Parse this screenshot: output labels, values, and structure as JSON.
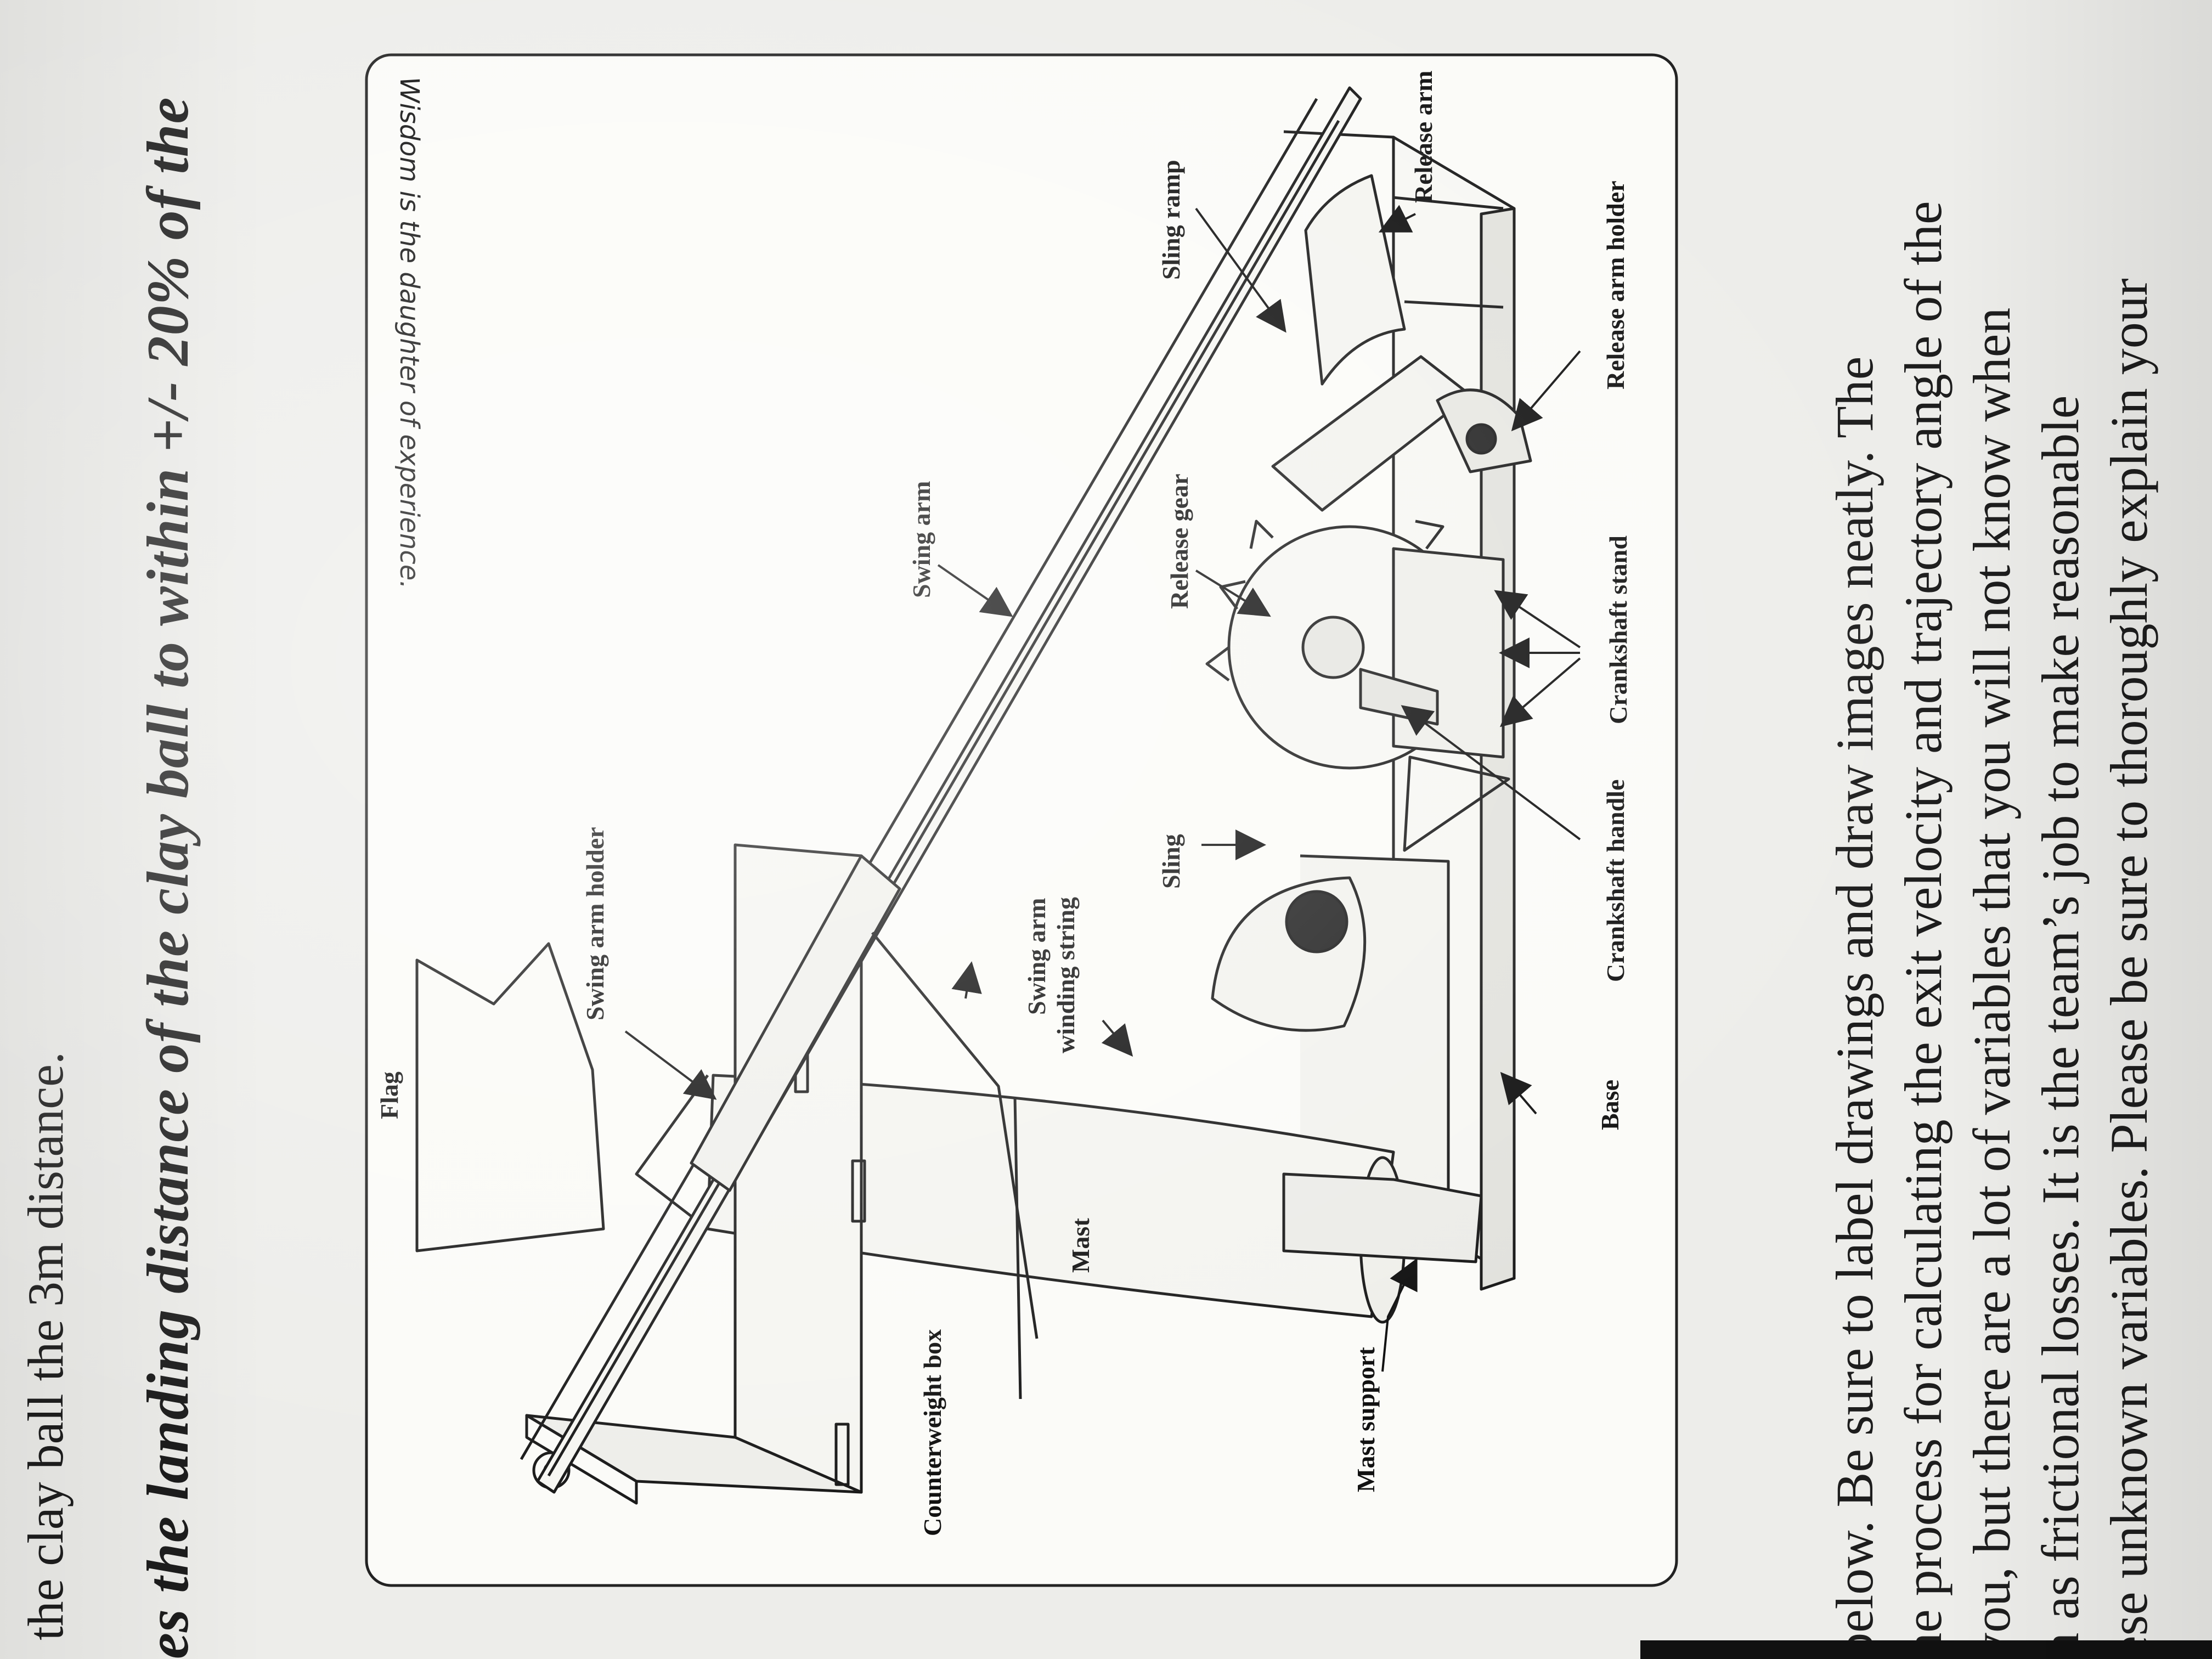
{
  "document": {
    "top_line": "the clay ball the 3m distance.",
    "heading": "es the landing distance of the clay ball to within +/- 20% of the",
    "paragraph_lines": [
      "below. Be sure to label drawings and draw images neatly. The",
      "he process for calculating the exit velocity and trajectory angle of the",
      "you, but there are a lot of variables that you will not know when",
      "h as frictional losses. It is the team’s job to make reasonable",
      "ese unknown variables. Please be sure to thoroughly explain your"
    ]
  },
  "figure": {
    "motto": "Wisdom is the daughter of experience.",
    "labels": {
      "flag": "Flag",
      "swing_arm_holder": "Swing arm holder",
      "swing_arm": "Swing arm",
      "swing_arm_winding_string_1": "Swing arm",
      "swing_arm_winding_string_2": "winding string",
      "sling": "Sling",
      "release_gear": "Release gear",
      "sling_ramp": "Sling ramp",
      "release_arm": "Release arm",
      "release_arm_holder": "Release arm holder",
      "crankshaft_stand": "Crankshaft stand",
      "crankshaft_handle": "Crankshaft handle",
      "base": "Base",
      "mast": "Mast",
      "counterweight_box": "Counterweight box",
      "mast_support": "Mast support"
    }
  }
}
